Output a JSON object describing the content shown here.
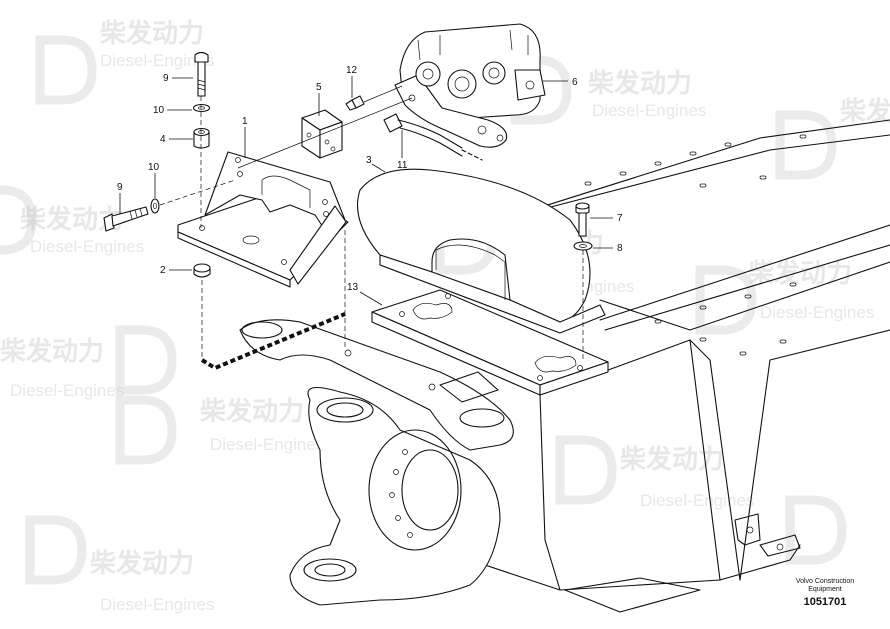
{
  "watermark": {
    "cn": "柴发动力",
    "en": "Diesel-Engines"
  },
  "callouts": [
    {
      "id": "c1",
      "label": "1"
    },
    {
      "id": "c2",
      "label": "2"
    },
    {
      "id": "c3",
      "label": "3"
    },
    {
      "id": "c4",
      "label": "4"
    },
    {
      "id": "c5",
      "label": "5"
    },
    {
      "id": "c6",
      "label": "6"
    },
    {
      "id": "c7",
      "label": "7"
    },
    {
      "id": "c8",
      "label": "8"
    },
    {
      "id": "c9a",
      "label": "9"
    },
    {
      "id": "c9b",
      "label": "9"
    },
    {
      "id": "c10a",
      "label": "10"
    },
    {
      "id": "c10b",
      "label": "10"
    },
    {
      "id": "c11",
      "label": "11"
    },
    {
      "id": "c12",
      "label": "12"
    },
    {
      "id": "c13",
      "label": "13"
    }
  ],
  "footer": {
    "brand_line1": "Volvo Construction",
    "brand_line2": "Equipment",
    "doc_number": "1051701"
  }
}
